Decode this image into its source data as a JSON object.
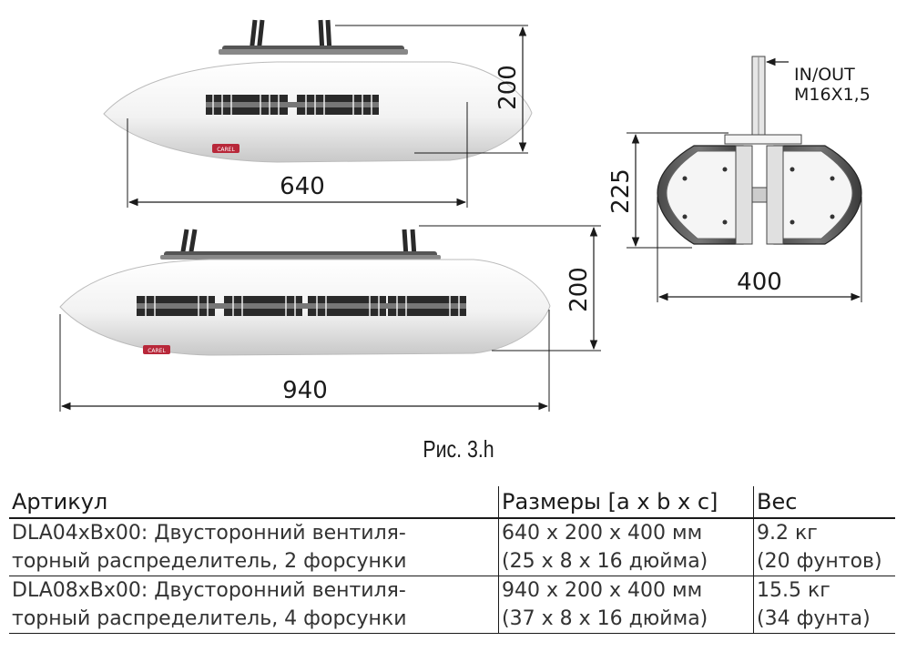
{
  "figure": {
    "unit_small": {
      "width_label": "640",
      "height_label": "200"
    },
    "unit_large": {
      "width_label": "940",
      "height_label": "200"
    },
    "side_view": {
      "width_label": "400",
      "height_label": "225",
      "connector_line1": "IN/OUT",
      "connector_line2": "M16X1,5"
    },
    "brand_mark": "CAREL",
    "caption": "Рис. 3.h"
  },
  "table": {
    "headers": [
      "Артикул",
      "Размеры [a x b x c]",
      "Вес"
    ],
    "rows": [
      {
        "article_line1": "DLA04xBx00: Двусторонний вентиля-",
        "article_line2": "торный распределитель, 2 форсунки",
        "size_line1": "640 x 200 x 400 мм",
        "size_line2": "(25 x 8 x 16 дюйма)",
        "weight_line1": "9.2 кг",
        "weight_line2": "(20 фунтов)"
      },
      {
        "article_line1": "DLA08xBx00: Двусторонний вентиля-",
        "article_line2": "торный распределитель, 4 форсунки",
        "size_line1": "940 x 200 x 400 мм",
        "size_line2": "(37 x 8 x 16 дюйма)",
        "weight_line1": "15.5 кг",
        "weight_line2": "(34 фунта)"
      }
    ]
  }
}
